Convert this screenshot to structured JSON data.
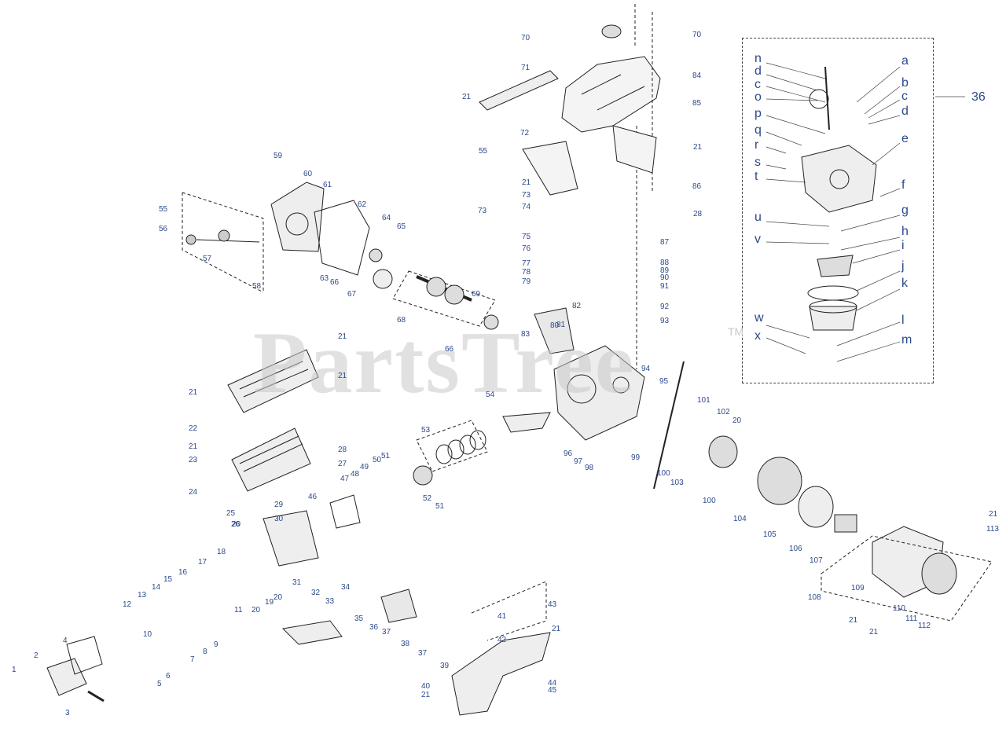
{
  "watermark": {
    "text": "PartsTree",
    "tm": "TM"
  },
  "inset": {
    "number": "36"
  },
  "labels": {
    "l1": "1",
    "l2": "2",
    "l3": "3",
    "l4": "4",
    "l5": "5",
    "l6": "6",
    "l7": "7",
    "l8": "8",
    "l9": "9",
    "l10": "10",
    "l11": "11",
    "l12": "12",
    "l13": "13",
    "l14": "14",
    "l15": "15",
    "l16": "16",
    "l17": "17",
    "l18": "18",
    "l19": "19",
    "l20a": "20",
    "l20b": "20",
    "l20c": "20",
    "l20d": "20",
    "l21a": "21",
    "l21b": "21",
    "l21c": "21",
    "l21d": "21",
    "l21e": "21",
    "l21f": "21",
    "l21g": "21",
    "l21h": "21",
    "l21i": "21",
    "l21j": "21",
    "l21k": "21",
    "l21l": "21",
    "l22": "22",
    "l23": "23",
    "l24": "24",
    "l25": "25",
    "l26": "26",
    "l27": "27",
    "l28a": "28",
    "l28b": "28",
    "l29": "29",
    "l30": "30",
    "l31": "31",
    "l32": "32",
    "l33": "33",
    "l34": "34",
    "l35": "35",
    "l36": "36",
    "l37a": "37",
    "l37b": "37",
    "l38": "38",
    "l39": "39",
    "l40": "40",
    "l41": "41",
    "l42": "42",
    "l43": "43",
    "l44": "44",
    "l45": "45",
    "l46": "46",
    "l47": "47",
    "l48": "48",
    "l49": "49",
    "l50": "50",
    "l51a": "51",
    "l51b": "51",
    "l52": "52",
    "l53": "53",
    "l54": "54",
    "l55a": "55",
    "l55b": "55",
    "l56": "56",
    "l57": "57",
    "l58": "58",
    "l59": "59",
    "l60": "60",
    "l61": "61",
    "l62": "62",
    "l63": "63",
    "l64": "64",
    "l65": "65",
    "l66a": "66",
    "l66b": "66",
    "l67": "67",
    "l68": "68",
    "l69": "69",
    "l70a": "70",
    "l70b": "70",
    "l71": "71",
    "l72": "72",
    "l73a": "73",
    "l73b": "73",
    "l74": "74",
    "l75": "75",
    "l76": "76",
    "l77": "77",
    "l78": "78",
    "l79": "79",
    "l80": "80",
    "l81": "81",
    "l82": "82",
    "l83": "83",
    "l84": "84",
    "l85": "85",
    "l86": "86",
    "l87": "87",
    "l88": "88",
    "l89": "89",
    "l90": "90",
    "l91": "91",
    "l92": "92",
    "l93": "93",
    "l94": "94",
    "l95": "95",
    "l96": "96",
    "l97": "97",
    "l98": "98",
    "l99": "99",
    "l100a": "100",
    "l100b": "100",
    "l101": "101",
    "l102": "102",
    "l103": "103",
    "l104": "104",
    "l105": "105",
    "l106": "106",
    "l107": "107",
    "l108": "108",
    "l109": "109",
    "l110": "110",
    "l111": "111",
    "l112": "112",
    "l113": "113"
  },
  "letters": {
    "n": "n",
    "d1": "d",
    "c1": "c",
    "o": "o",
    "p": "p",
    "q": "q",
    "r": "r",
    "s": "s",
    "t": "t",
    "u": "u",
    "v": "v",
    "w": "w",
    "x": "x",
    "a": "a",
    "b": "b",
    "c2": "c",
    "d2": "d",
    "e": "e",
    "f": "f",
    "g": "g",
    "h": "h",
    "i": "i",
    "j": "j",
    "k": "k",
    "l": "l",
    "m": "m"
  }
}
